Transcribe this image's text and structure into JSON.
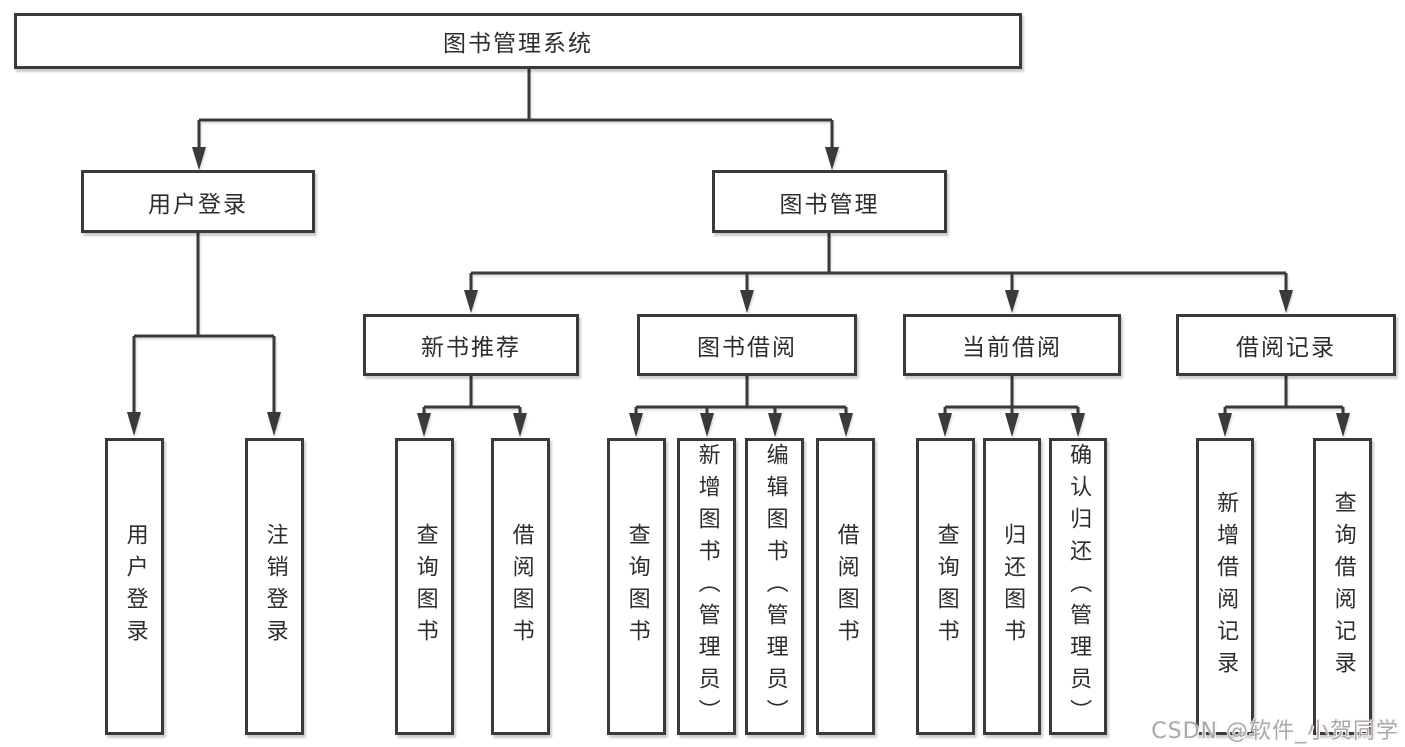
{
  "tree": {
    "label": "图书管理系统",
    "children": [
      {
        "label": "用户登录",
        "children": [
          {
            "label": "用户登录"
          },
          {
            "label": "注销登录"
          }
        ]
      },
      {
        "label": "图书管理",
        "children": [
          {
            "label": "新书推荐",
            "children": [
              {
                "label": "查询图书"
              },
              {
                "label": "借阅图书"
              }
            ]
          },
          {
            "label": "图书借阅",
            "children": [
              {
                "label": "查询图书"
              },
              {
                "label": "新增图书（管理员）"
              },
              {
                "label": "编辑图书（管理员）"
              },
              {
                "label": "借阅图书"
              }
            ]
          },
          {
            "label": "当前借阅",
            "children": [
              {
                "label": "查询图书"
              },
              {
                "label": "归还图书"
              },
              {
                "label": "确认归还（管理员）"
              }
            ]
          },
          {
            "label": "借阅记录",
            "children": [
              {
                "label": "新增借阅记录"
              },
              {
                "label": "查询借阅记录"
              }
            ]
          }
        ]
      }
    ]
  },
  "watermark": {
    "text": "CSDN @软件_小贺同学"
  },
  "colors": {
    "line": "#3a3a3a",
    "box_border": "#3a3a3a",
    "text": "#2d2d2d",
    "watermark": "#a9a9a9",
    "background": "#ffffff"
  }
}
